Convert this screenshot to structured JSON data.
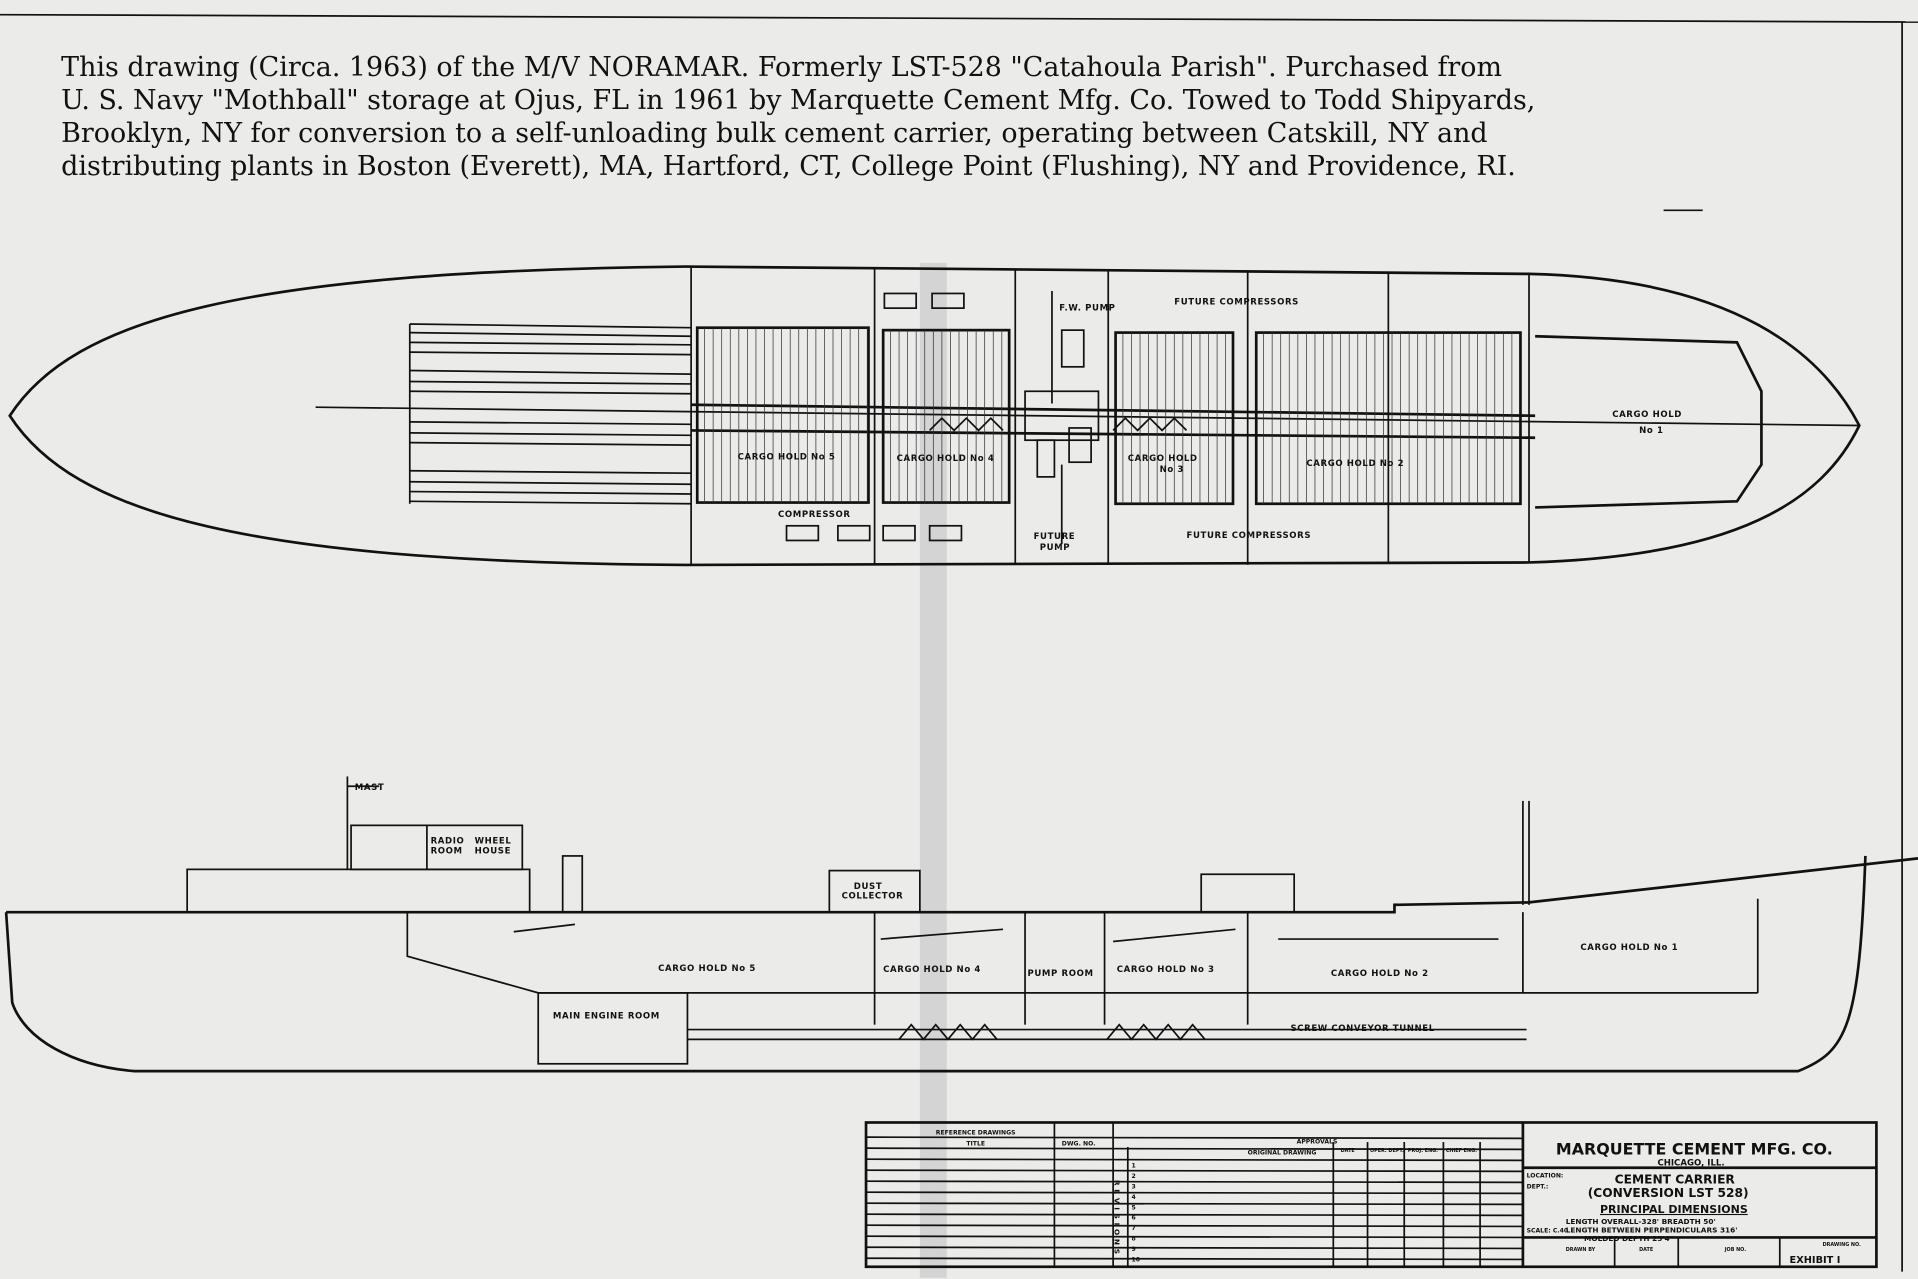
{
  "caption": {
    "lines": [
      "This drawing (Circa. 1963) of the M/V NORAMAR.   Formerly LST-528 \"Catahoula Parish\".  Purchased from",
      "U. S. Navy \"Mothball\" storage at Ojus, FL in 1961 by Marquette Cement Mfg. Co.  Towed to Todd Shipyards,",
      "Brooklyn, NY for conversion to a self-unloading bulk cement carrier, operating between Catskill, NY and",
      "distributing plants in Boston (Everett), MA, Hartford, CT, College Point (Flushing), NY and Providence, RI."
    ]
  },
  "plan_view": {
    "fw_pump": "F.W. PUMP",
    "future_compressors_top": "FUTURE COMPRESSORS",
    "future_compressors_bottom": "FUTURE COMPRESSORS",
    "compressor": "COMPRESSOR",
    "future_pump": [
      "FUTURE",
      "PUMP"
    ],
    "holds": [
      "CARGO HOLD No 5",
      "CARGO HOLD No 4",
      "CARGO HOLD",
      "No 3",
      "CARGO HOLD No 2",
      "CARGO HOLD",
      "No 1"
    ]
  },
  "profile_view": {
    "mast": "MAST",
    "radio_room": [
      "RADIO",
      "ROOM"
    ],
    "wheel_house": [
      "WHEEL",
      "HOUSE"
    ],
    "dust_collector": [
      "DUST",
      "COLLECTOR"
    ],
    "holds": [
      "CARGO HOLD No 5",
      "CARGO HOLD No 4",
      "CARGO HOLD No 3",
      "CARGO HOLD No 2",
      "CARGO HOLD No 1"
    ],
    "pump_room": "PUMP ROOM",
    "main_engine_room": "MAIN ENGINE ROOM",
    "screw_conveyor_tunnel": "SCREW CONVEYOR TUNNEL"
  },
  "title_block": {
    "reference_drawings": "REFERENCE DRAWINGS",
    "title_col": "TITLE",
    "dwg_no": "DWG. NO.",
    "approvals": "APPROVALS",
    "original_drawing": "ORIGINAL DRAWING",
    "approval_cols": [
      "DATE",
      "OPER. DEPT.",
      "PROJ. ENG.",
      "CHIEF ENG."
    ],
    "revisions": "REVISIONS",
    "revision_numbers": [
      "1",
      "2",
      "3",
      "4",
      "5",
      "6",
      "7",
      "8",
      "9",
      "10"
    ],
    "company": "MARQUETTE CEMENT MFG. CO.",
    "city": "CHICAGO, ILL.",
    "location_label": "LOCATION:",
    "dept_label": "DEPT.:",
    "scale_label": "SCALE: C.40",
    "subject1": "CEMENT CARRIER",
    "subject2": "(CONVERSION LST 528)",
    "subject3": "PRINCIPAL DIMENSIONS",
    "dim1": "LENGTH OVERALL-328' BREADTH 50'",
    "dim2": "LENGTH BETWEEN PERPENDICULARS 316'",
    "dim3": "MOLDED DEPTH 25'4\"",
    "drawn_by": "DRAWN BY",
    "date": "DATE",
    "job_no": "JOB NO.",
    "drawing_no": "DRAWING NO.",
    "exhibit": "EXHIBIT I"
  }
}
